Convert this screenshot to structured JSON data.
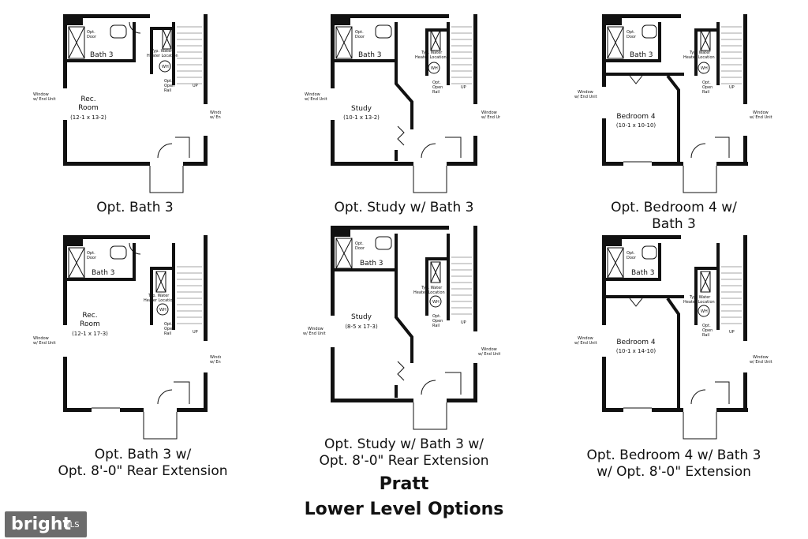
{
  "plans": [
    {
      "caption_lines": [
        "Opt. Bath 3"
      ],
      "bath": "Bath 3",
      "room": [
        "Rec.",
        "Room"
      ],
      "dims": "(12-1 x 13-2)",
      "opt_door": [
        "Opt.",
        "Door"
      ],
      "water_heater": [
        "Typ. Water",
        "Heater Location"
      ],
      "wh": "WH",
      "open_rail": [
        "Opt.",
        "Open",
        "Rail"
      ],
      "up": "UP",
      "window": [
        "Window",
        "w/ End Unit"
      ]
    },
    {
      "caption_lines": [
        "Opt. Study w/ Bath 3"
      ],
      "bath": "Bath 3",
      "room": [
        "Study"
      ],
      "dims": "(10-1 x 13-2)",
      "opt_door": [
        "Opt.",
        "Door"
      ],
      "water_heater": [
        "Typ. Water",
        "Heater Location"
      ],
      "wh": "WH",
      "open_rail": [
        "Opt.",
        "Open",
        "Rail"
      ],
      "up": "UP",
      "window": [
        "Window",
        "w/ End Unit"
      ]
    },
    {
      "caption_lines": [
        "Opt. Bedroom 4 w/",
        "Bath 3"
      ],
      "bath": "Bath 3",
      "room": [
        "Bedroom 4"
      ],
      "dims": "(10-1 x 10-10)",
      "opt_door": [
        "Opt.",
        "Door"
      ],
      "water_heater": [
        "Typ. Water",
        "Heater Location"
      ],
      "wh": "WH",
      "open_rail": [
        "Opt.",
        "Open",
        "Rail"
      ],
      "up": "UP",
      "window": [
        "Window",
        "w/ End Unit"
      ]
    },
    {
      "caption_lines": [
        "Opt. Bath 3 w/",
        "Opt. 8'-0\" Rear Extension"
      ],
      "bath": "Bath 3",
      "room": [
        "Rec.",
        "Room"
      ],
      "dims": "(12-1 x 17-3)",
      "opt_door": [
        "Opt.",
        "Door"
      ],
      "water_heater": [
        "Typ. Water",
        "Heater Location"
      ],
      "wh": "WH",
      "open_rail": [
        "Opt.",
        "Open",
        "Rail"
      ],
      "up": "UP",
      "window": [
        "Window",
        "w/ End Unit"
      ]
    },
    {
      "caption_lines": [
        "Opt. Study w/ Bath 3 w/",
        "Opt. 8'-0\" Rear Extension"
      ],
      "bath": "Bath 3",
      "room": [
        "Study"
      ],
      "dims": "(8-5 x 17-3)",
      "opt_door": [
        "Opt.",
        "Door"
      ],
      "water_heater": [
        "Typ. Water",
        "Heater Location"
      ],
      "wh": "WH",
      "open_rail": [
        "Opt.",
        "Open",
        "Rail"
      ],
      "up": "UP",
      "window": [
        "Window",
        "w/ End Unit"
      ]
    },
    {
      "caption_lines": [
        "Opt. Bedroom 4 w/ Bath 3",
        "w/ Opt. 8'-0\" Extension"
      ],
      "bath": "Bath 3",
      "room": [
        "Bedroom 4"
      ],
      "dims": "(10-1 x 14-10)",
      "opt_door": [
        "Opt.",
        "Door"
      ],
      "water_heater": [
        "Typ. Water",
        "Heater Location"
      ],
      "wh": "WH",
      "open_rail": [
        "Opt.",
        "Open",
        "Rail"
      ],
      "up": "UP",
      "window": [
        "Window",
        "w/ End Unit"
      ]
    }
  ],
  "title_line1": "Pratt",
  "title_line2": "Lower Level Options",
  "watermark": {
    "brand": "bright",
    "suffix": "MLS"
  }
}
